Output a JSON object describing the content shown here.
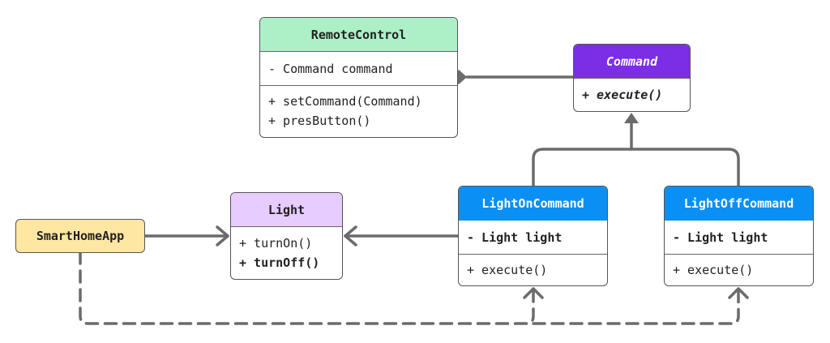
{
  "colors": {
    "edge": "#6b6b6b",
    "green": "#adf0c8",
    "purple": "#7c2ee6",
    "lavender": "#e6ccff",
    "blue": "#0a8ff5",
    "yellow": "#fde7a3"
  },
  "remote_control": {
    "name": "RemoteControl",
    "field": "- Command command",
    "methods": [
      "+ setCommand(Command)",
      "+ presButton()"
    ]
  },
  "command": {
    "name": "Command",
    "method": "+ execute()"
  },
  "light": {
    "name": "Light",
    "methods": [
      "+ turnOn()",
      "+ turnOff()"
    ]
  },
  "smart_home_app": {
    "name": "SmartHomeApp"
  },
  "light_on_command": {
    "name": "LightOnCommand",
    "field": "- Light light",
    "method": "+ execute()"
  },
  "light_off_command": {
    "name": "LightOffCommand",
    "field": "- Light light",
    "method": "+ execute()"
  }
}
